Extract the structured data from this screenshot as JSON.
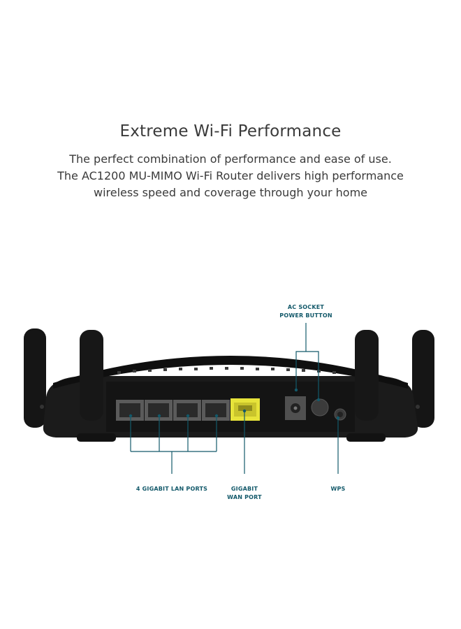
{
  "header": {
    "title": "Extreme Wi-Fi Performance",
    "description_lines": [
      "The perfect combination of performance and ease of use.",
      "The AC1200 MU-MIMO Wi-Fi Router delivers high performance",
      "wireless speed and coverage through your home"
    ]
  },
  "callouts": {
    "ac_socket": "AC SOCKET",
    "power_button": "POWER BUTTON",
    "lan_ports": "4 GIGABIT LAN PORTS",
    "wan_line1": "GIGABIT",
    "wan_line2": "WAN PORT",
    "wps": "WPS"
  },
  "colors": {
    "text": "#3a3a3a",
    "callout": "#13596a",
    "router_body": "#1c1c1c",
    "wan_port": "#e7e33a"
  }
}
